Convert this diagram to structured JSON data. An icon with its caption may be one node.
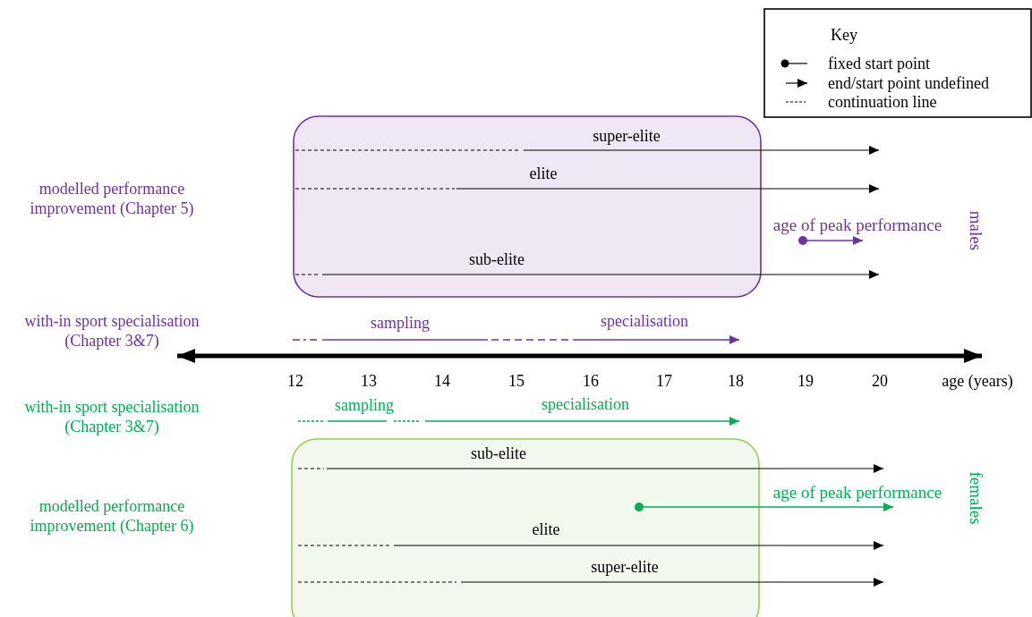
{
  "diagram": {
    "labels": [
      "Key",
      "super-elite",
      "modelled performance improvement (Chapter 5)",
      "elite",
      "age of peak performance",
      "males",
      "sub-elite",
      "with-in sport specialisation (Chapter 3&7)",
      "sampling",
      "specialisation",
      "12",
      "13",
      "14",
      "15",
      "16",
      "17",
      "18",
      "19",
      "20",
      "age (years)",
      "with-in sport specialisation (Chapter 3&7)",
      "sampling",
      "specialisation",
      "sub-elite",
      "modelled performance improvement (Chapter 6)",
      "age of peak performance",
      "females",
      "elite",
      "super-elite"
    ],
    "legend": [
      {
        "text": "fixed start point"
      },
      {
        "text": "end/start point undefined"
      },
      {
        "text": "continuation line"
      }
    ]
  }
}
